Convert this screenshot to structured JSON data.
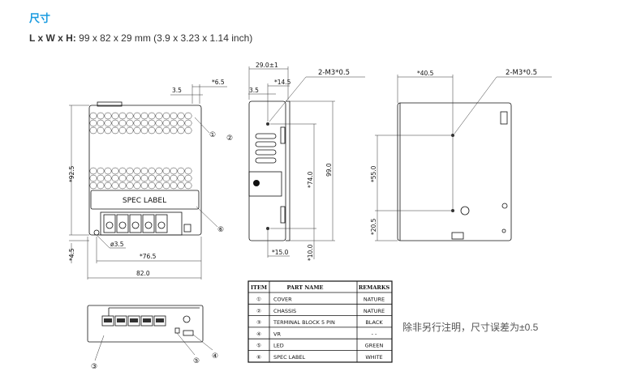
{
  "header": {
    "title": "尺寸"
  },
  "dimensions": {
    "label": "L x W x H:",
    "value": "99 x 82 x 29 mm (3.9 x 3.23 x 1.14 inch)"
  },
  "front_view": {
    "dim_top_right": "*6.5",
    "dim_top_left": "3.5",
    "dim_height": "*92.5",
    "dim_bottom_offset": "*4.5",
    "dim_hole": "ø3.5",
    "dim_hole_span": "*76.5",
    "dim_width": "82.0",
    "spec_label": "SPEC LABEL",
    "callouts": [
      "①",
      "②",
      "⑥"
    ]
  },
  "side_view": {
    "dim_depth": "29.0±1",
    "dim_hole_offset": "*14.5",
    "dim_slot": "3.5",
    "screw_note": "2-M3*0.5",
    "dim_hole_pitch": "*74.0",
    "dim_length": "99.0",
    "dim_bottom": "*10.0",
    "dim_hole_x": "*15.0"
  },
  "back_view": {
    "dim_x": "*40.5",
    "screw_note": "2-M3*0.5",
    "dim_pitch": "*55.0",
    "dim_bottom": "*20.5"
  },
  "bottom_view": {
    "callouts": [
      "③",
      "⑤",
      "④"
    ]
  },
  "parts_table": {
    "headers": [
      "ITEM",
      "PART NAME",
      "REMARKS"
    ],
    "rows": [
      {
        "item": "①",
        "name": "COVER",
        "remark": "NATURE"
      },
      {
        "item": "②",
        "name": "CHASSIS",
        "remark": "NATURE"
      },
      {
        "item": "③",
        "name": "TERMINAL BLOCK 5 PIN",
        "remark": "BLACK"
      },
      {
        "item": "④",
        "name": "VR",
        "remark": "- -"
      },
      {
        "item": "⑤",
        "name": "LED",
        "remark": "GREEN"
      },
      {
        "item": "⑥",
        "name": "SPEC LABEL",
        "remark": "WHITE"
      }
    ]
  },
  "note": "除非另行注明，尺寸误差为±0.5"
}
